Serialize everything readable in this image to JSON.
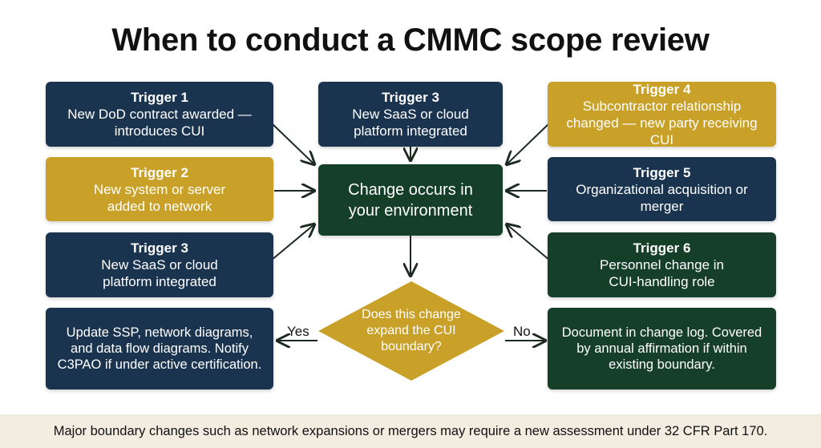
{
  "title": "When to conduct a CMMC scope review",
  "triggers": {
    "t1": {
      "heading": "Trigger 1",
      "text": "New DoD contract awarded — introduces CUI"
    },
    "t2": {
      "heading": "Trigger 2",
      "text": "New system or server added to network"
    },
    "t3a": {
      "heading": "Trigger 3",
      "text": "New SaaS or cloud platform integrated"
    },
    "t3b": {
      "heading": "Trigger 3",
      "text": "New SaaS or cloud platform integrated"
    },
    "t4": {
      "heading": "Trigger 4",
      "text": "Subcontractor relationship changed — new party receiving CUI"
    },
    "t5": {
      "heading": "Trigger 5",
      "text": "Organizational acquisition or merger"
    },
    "t6": {
      "heading": "Trigger 6",
      "text": "Personnel change in CUI-handling role"
    }
  },
  "center": {
    "text": "Change occurs in your environment"
  },
  "decision": {
    "text": "Does this change expand the CUI boundary?"
  },
  "yes": {
    "label": "Yes",
    "text": "Update SSP, network diagrams, and data flow diagrams. Notify C3PAO if under active certification."
  },
  "no": {
    "label": "No",
    "text": "Document in change log. Covered by annual affirmation if within existing boundary."
  },
  "footer": "Major boundary changes such as network expansions or mergers may require a new assessment under 32 CFR Part 170.",
  "colors": {
    "navy": "#1a3450",
    "gold": "#c9a028",
    "green": "#163f2a",
    "footer_bg": "#f3ece0"
  }
}
